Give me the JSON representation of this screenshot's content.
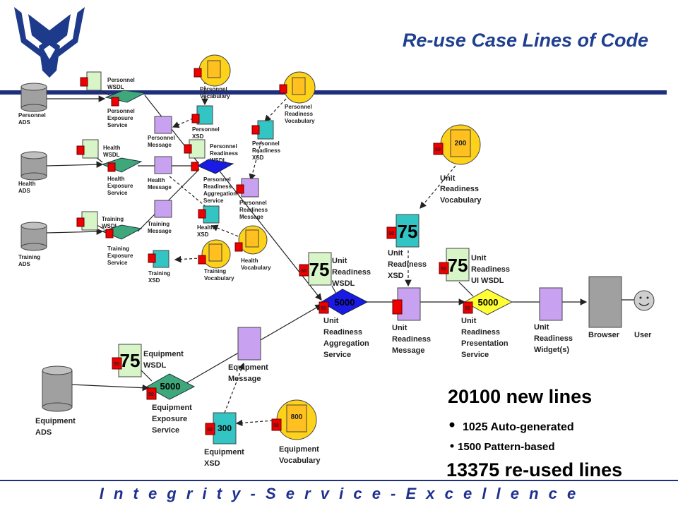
{
  "title": "Re-use Case Lines of Code",
  "footer": "I n t e g r i t y  -  S e r v i c e  -  E x c e l l e n c e",
  "colors": {
    "title": "#1f3f8f",
    "band": "#1f2f7f",
    "logo": "#1e3a8a",
    "teal": "#33c4c4",
    "lavender": "#c8a2f0",
    "green": "#3fa87a",
    "lightgreen": "#d8f5c8",
    "yellow": "#ffd21a",
    "orange": "#ffc020",
    "blue": "#1a1ae6",
    "red": "#ee0000",
    "gray": "#a0a0a0"
  },
  "labels": {
    "personnel_wsdl": [
      "Personnel",
      "WSDL"
    ],
    "personnel_ads": [
      "Personnel",
      "ADS"
    ],
    "personnel_exposure": [
      "Personnel",
      "Exposure",
      "Service"
    ],
    "personnel_message": [
      "Personnel",
      "Message"
    ],
    "personnel_xsd": [
      "Personnel",
      "XSD"
    ],
    "personnel_vocab": [
      "Personnel",
      "Vocabulary"
    ],
    "personnel_readiness_wsdl": [
      "Personnel",
      "Readiness",
      "WSDL"
    ],
    "personnel_readiness_agg": [
      "Personnel",
      "Readiness",
      "Aggregation",
      "Service"
    ],
    "personnel_readiness_xsd": [
      "Personnel",
      "Readiness",
      "XSD"
    ],
    "personnel_readiness_vocab": [
      "Personnel",
      "Readiness",
      "Vocabulary"
    ],
    "personnel_readiness_msg": [
      "Personnel",
      "Readiness",
      "Message"
    ],
    "health_wsdl": [
      "Health",
      "WSDL"
    ],
    "health_ads": [
      "Health",
      "ADS"
    ],
    "health_exposure": [
      "Health",
      "Exposure",
      "Service"
    ],
    "health_message": [
      "Health",
      "Message"
    ],
    "health_xsd": [
      "Health",
      "XSD"
    ],
    "health_vocab": [
      "Health",
      "Vocabulary"
    ],
    "training_wsdl": [
      "Training",
      "WSDL"
    ],
    "training_ads": [
      "Training",
      "ADS"
    ],
    "training_exposure": [
      "Training",
      "Exposure",
      "Service"
    ],
    "training_message": [
      "Training",
      "Message"
    ],
    "training_xsd": [
      "Training",
      "XSD"
    ],
    "training_vocab": [
      "Training",
      "Vocabulary"
    ],
    "unit_vocab": [
      "Unit",
      "Readiness",
      "Vocabulary"
    ],
    "unit_xsd": [
      "Unit",
      "Readiness",
      "XSD"
    ],
    "unit_wsdl": [
      "Unit",
      "Readiness",
      "WSDL"
    ],
    "unit_ui_wsdl": [
      "Unit",
      "Readiness",
      "UI WSDL"
    ],
    "unit_agg": [
      "Unit",
      "Readiness",
      "Aggregation",
      "Service"
    ],
    "unit_msg": [
      "Unit",
      "Readiness",
      "Message"
    ],
    "unit_pres": [
      "Unit",
      "Readiness",
      "Presentation",
      "Service"
    ],
    "unit_widget": [
      "Unit",
      "Readiness",
      "Widget(s)"
    ],
    "browser": "Browser",
    "user": "User",
    "equip_wsdl": [
      "Equipment",
      "WSDL"
    ],
    "equip_ads": [
      "Equipment",
      "ADS"
    ],
    "equip_exposure": [
      "Equipment",
      "Exposure",
      "Service"
    ],
    "equip_message": [
      "Equipment",
      "Message"
    ],
    "equip_xsd": [
      "Equipment",
      "XSD"
    ],
    "equip_vocab": [
      "Equipment",
      "Vocabulary"
    ]
  },
  "counts": {
    "n200": "200",
    "n75": "75",
    "n50": "50",
    "n5000": "5000",
    "n300": "300",
    "n800": "800"
  },
  "summary": {
    "new_lines": "20100 new lines",
    "auto_generated": "1025 Auto-generated",
    "pattern_based": "1500 Pattern-based",
    "reused_lines": "13375 re-used lines"
  }
}
